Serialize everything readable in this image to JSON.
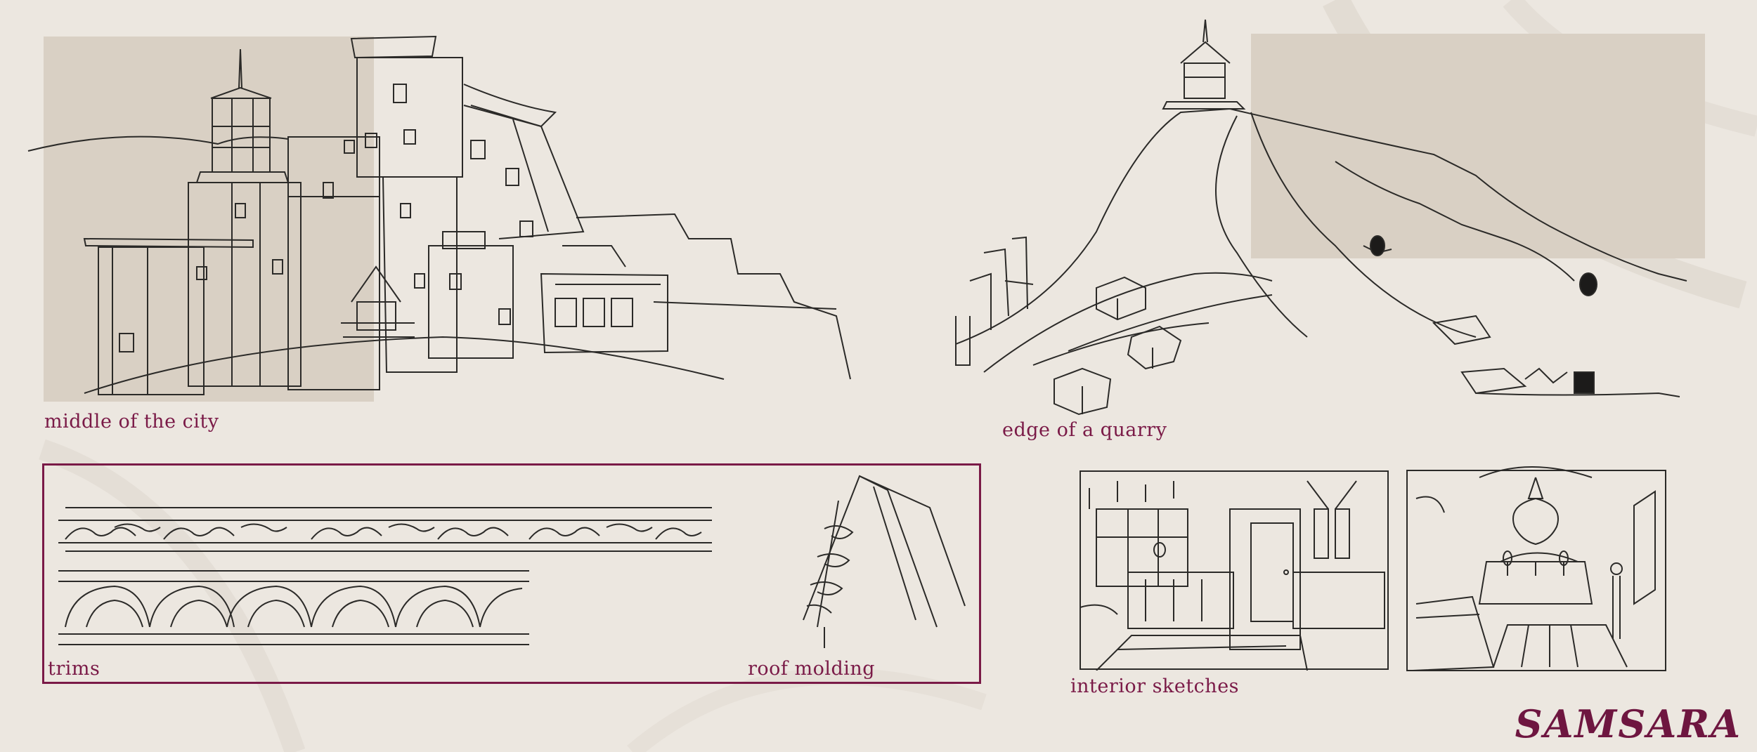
{
  "captions": {
    "city": "middle of the city",
    "quarry": "edge of a quarry",
    "trims": "trims",
    "roof": "roof molding",
    "interior": "interior sketches"
  },
  "brand": {
    "logo": "SAMSARA"
  },
  "colors": {
    "background": "#ece7e0",
    "panel": "#d9d0c4",
    "accent": "#7a1a47",
    "ink": "#2b2a28"
  }
}
